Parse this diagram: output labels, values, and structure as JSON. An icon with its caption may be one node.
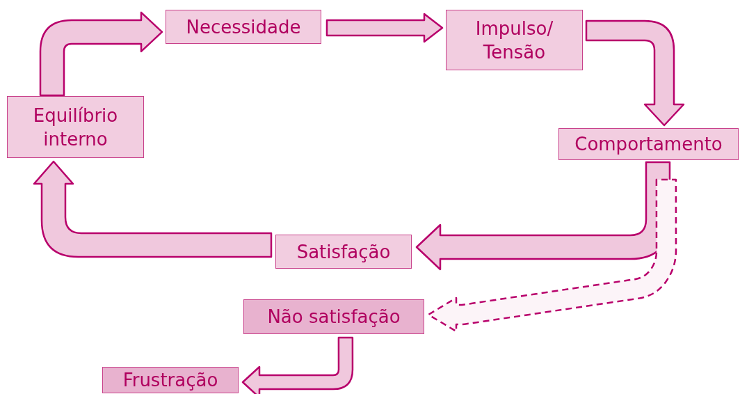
{
  "diagram": {
    "nodes": [
      {
        "text": [
          "Necessidade"
        ]
      },
      {
        "text": [
          "Impulso/ Tensão"
        ]
      },
      {
        "text": [
          "Equilíbrio interno"
        ]
      },
      {
        "text": [
          "Comportamento"
        ]
      },
      {
        "text": [
          "Satisfação"
        ]
      },
      {
        "text": [
          "Não satisfação"
        ]
      },
      {
        "text": [
          "Frustração"
        ]
      }
    ],
    "edges": [
      {
        "from": 2,
        "to": 0,
        "arrow": "to"
      },
      {
        "from": 0,
        "to": 1,
        "arrow": "to"
      },
      {
        "from": 1,
        "to": 3,
        "arrow": "to"
      },
      {
        "from": 3,
        "to": 4,
        "arrow": "to"
      },
      {
        "from": 4,
        "to": 2,
        "arrow": "to"
      },
      {
        "from": 3,
        "to": 5,
        "arrow": "to",
        "style": "dashed"
      },
      {
        "from": 5,
        "to": 6,
        "arrow": "to"
      }
    ]
  }
}
